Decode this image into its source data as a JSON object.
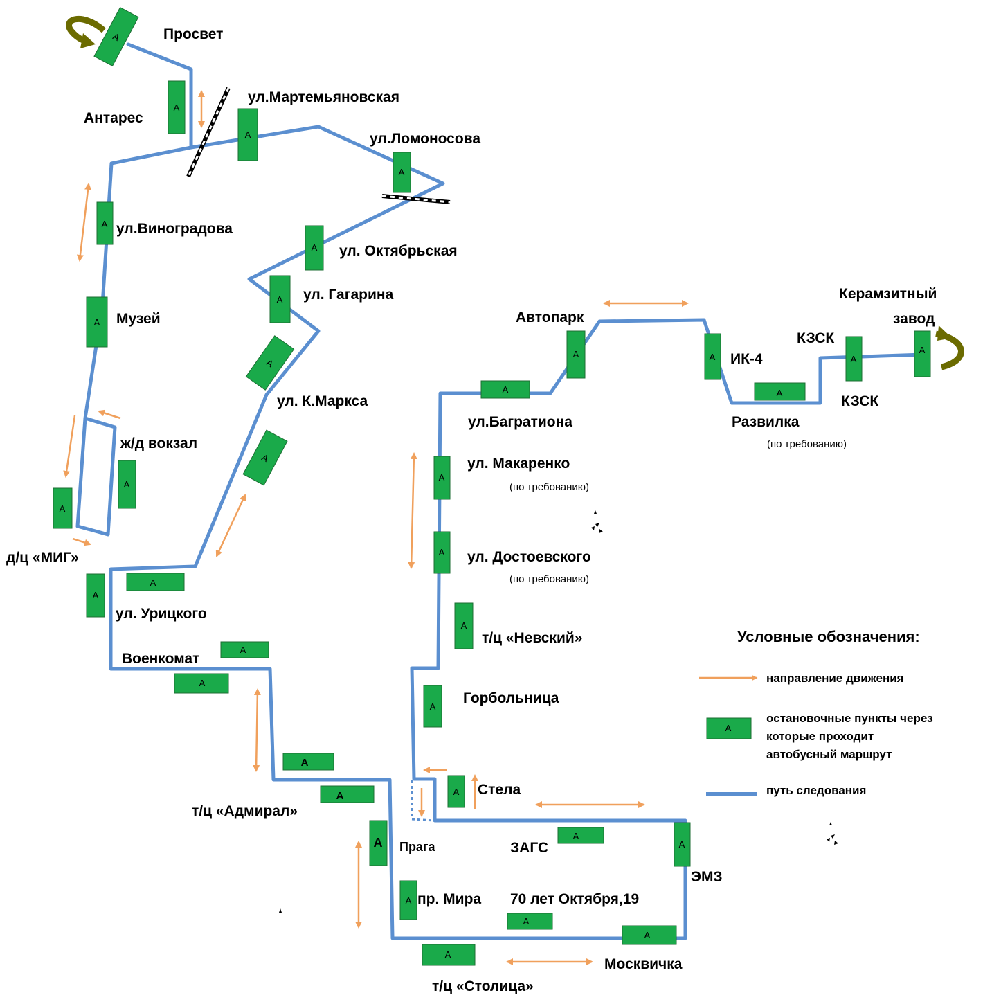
{
  "colors": {
    "route": "#5b8fd0",
    "stop_fill": "#1aaa4a",
    "stop_border": "#1d6e33",
    "direction_arrow": "#f0a05c",
    "turnaround_arrow": "#6b6b00",
    "railway": "#000000"
  },
  "icons": {
    "stop": "bus-stop-icon",
    "direction": "direction-arrow-icon",
    "turnaround": "u-turn-arrow-icon",
    "railway": "railway-crossing-icon"
  },
  "stop_letter": "A",
  "places": {
    "prosvet": "Просвет",
    "antares": "Антарес",
    "martemyanovskaya": "ул.Мартемьяновская",
    "lomonosova": "ул.Ломоносова",
    "vinogradova": "ул.Виноградова",
    "oktyabrskaya": "ул. Октябрьская",
    "gagarina": "ул. Гагарина",
    "muzey": "Музей",
    "kmarksa": "ул. К.Маркса",
    "vokzal": "ж/д вокзал",
    "mig": "д/ц «МИГ»",
    "uritskogo": "ул. Урицкого",
    "voenkomat": "Военкомат",
    "admiral": "т/ц «Адмирал»",
    "praga": "Прага",
    "pr_mira": "пр. Мира",
    "stolitsa": "т/ц «Столица»",
    "moskvichka": "Москвичка",
    "oktyabrya19": "70 лет Октября,19",
    "zags": "ЗАГС",
    "emz": "ЭМЗ",
    "stela": "Стела",
    "gorbolnitsa": "Горбольница",
    "nevsky": "т/ц  «Невский»",
    "dostoevskogo": "ул. Достоевского",
    "makarenko": "ул. Макаренко",
    "bagrationa": "ул.Багратиона",
    "avtopark": "Автопарк",
    "ik4": "ИК-4",
    "razvilka": "Развилка",
    "kzsk_top": "КЗСК",
    "kzsk_bottom": "КЗСК",
    "keramzit_1": "Керамзитный",
    "keramzit_2": "завод"
  },
  "notes": {
    "on_request": "(по требованию)"
  },
  "legend": {
    "title": "Условные обозначения:",
    "direction": "направление движения",
    "stops_line1": "остановочные пункты через",
    "stops_line2": "которые проходит",
    "stops_line3": "автобусный маршрут",
    "path": "путь следования"
  }
}
